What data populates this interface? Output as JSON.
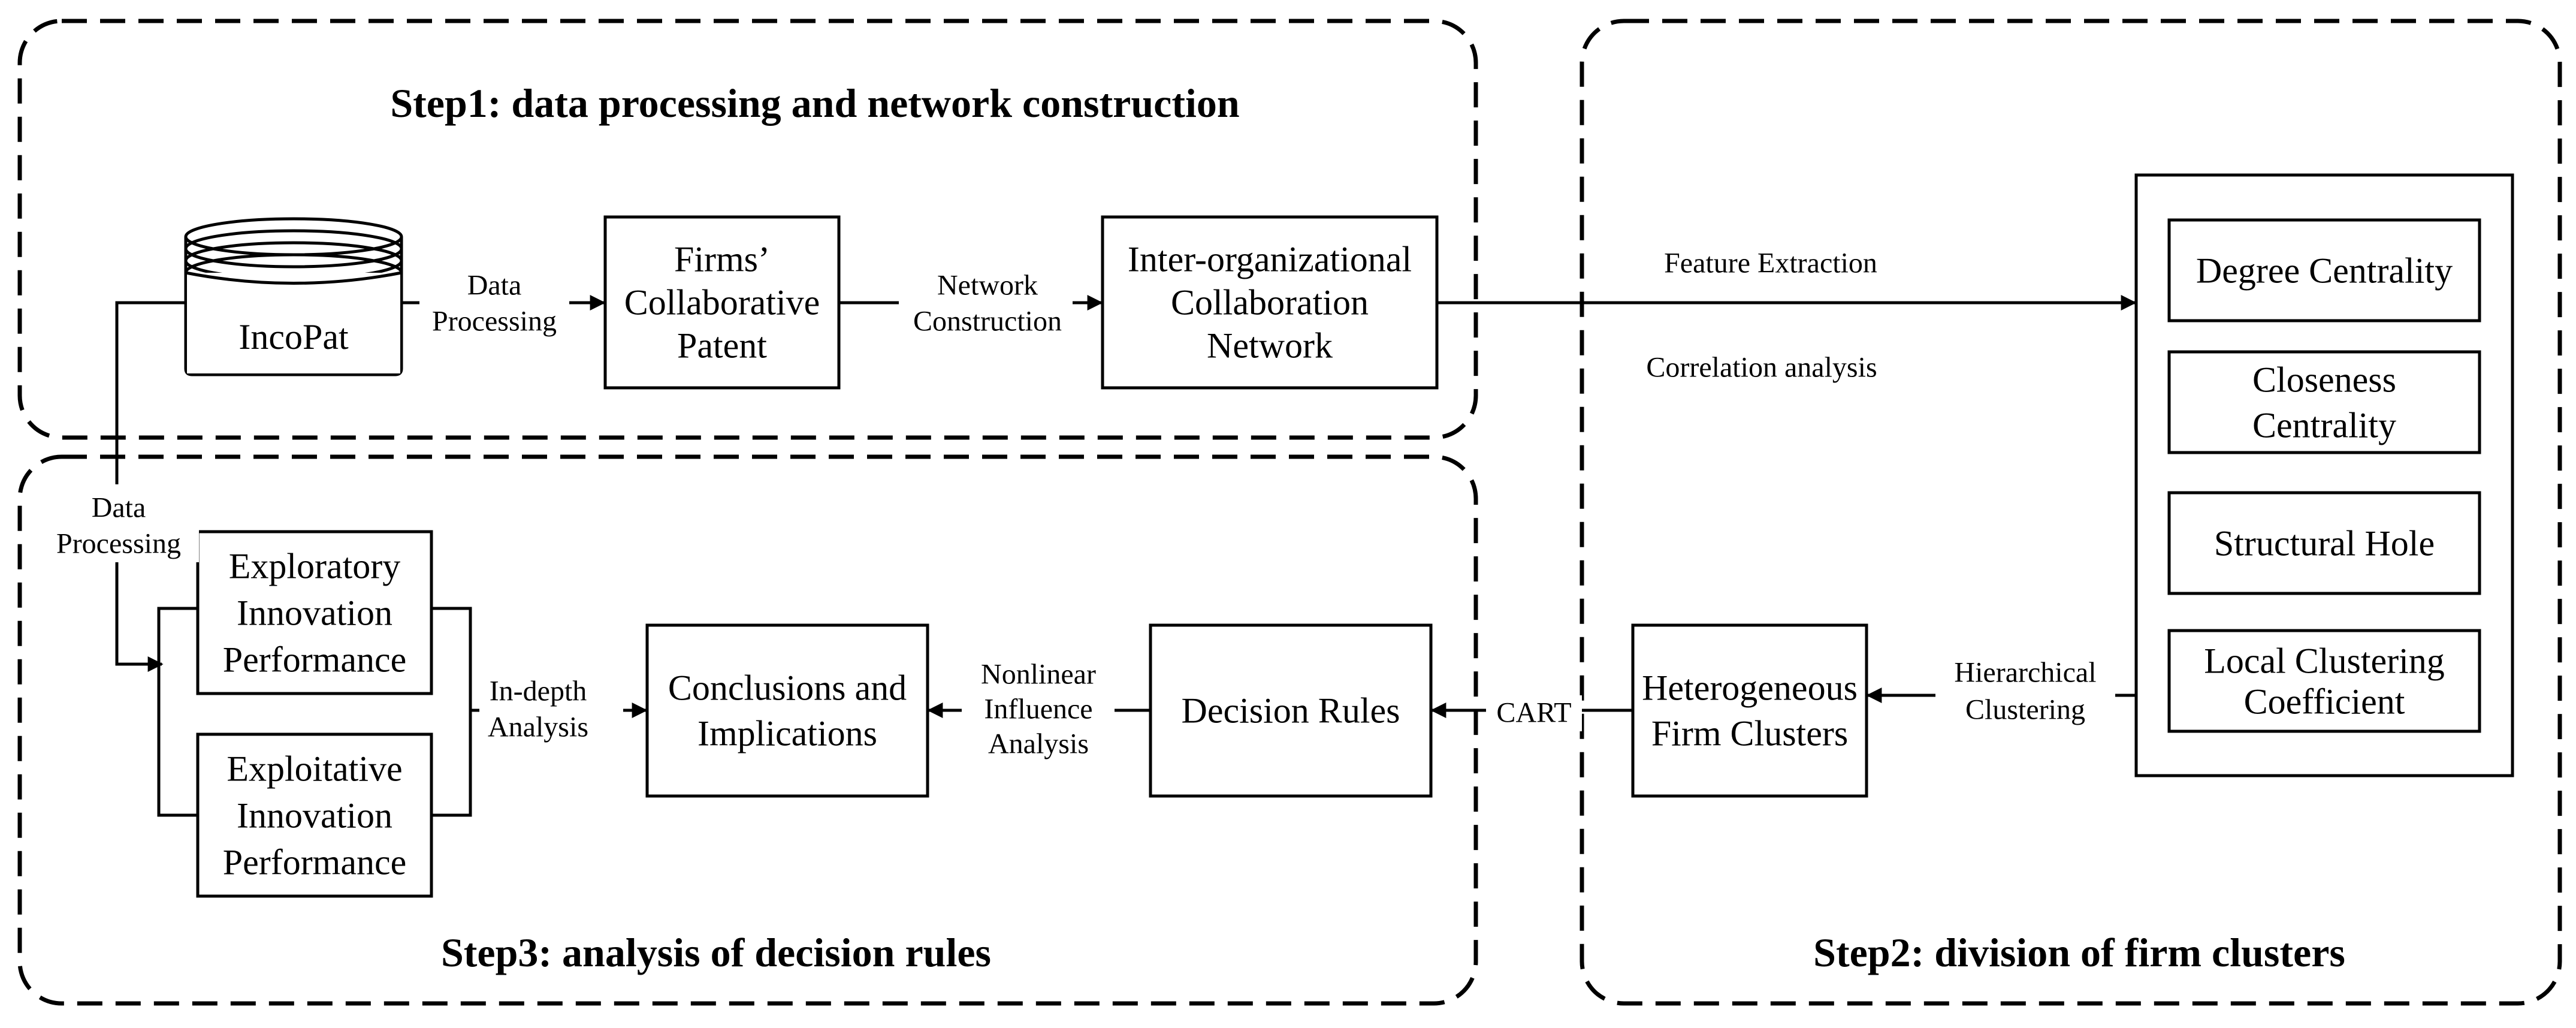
{
  "steps": {
    "step1": "Step1: data processing and network construction",
    "step2": "Step2: division of firm clusters",
    "step3": "Step3: analysis of decision rules"
  },
  "nodes": {
    "incopat": "IncoPat",
    "collab_patent": [
      "Firms’",
      "Collaborative",
      "Patent"
    ],
    "network": [
      "Inter-organizational",
      "Collaboration",
      "Network"
    ],
    "degree": [
      "Degree Centrality"
    ],
    "closeness": [
      "Closeness",
      "Centrality"
    ],
    "structural_hole": [
      "Structural Hole"
    ],
    "local_clustering": [
      "Local Clustering",
      "Coefficient"
    ],
    "hetero_clusters": [
      "Heterogeneous",
      "Firm Clusters"
    ],
    "decision_rules": [
      "Decision Rules"
    ],
    "conclusions": [
      "Conclusions and",
      "Implications"
    ],
    "exploratory": [
      "Exploratory",
      "Innovation",
      "Performance"
    ],
    "exploitative": [
      "Exploitative",
      "Innovation",
      "Performance"
    ]
  },
  "edge_labels": {
    "data_processing_1": [
      "Data",
      "Processing"
    ],
    "network_construction": [
      "Network",
      "Construction"
    ],
    "feature_extraction": [
      "Feature Extraction"
    ],
    "correlation_analysis": [
      "Correlation analysis"
    ],
    "hierarchical_clustering": [
      "Hierarchical",
      "Clustering"
    ],
    "cart": [
      "CART"
    ],
    "nonlinear": [
      "Nonlinear",
      "Influence",
      "Analysis"
    ],
    "in_depth": [
      "In-depth",
      "Analysis"
    ],
    "data_processing_2": [
      "Data",
      "Processing"
    ]
  }
}
